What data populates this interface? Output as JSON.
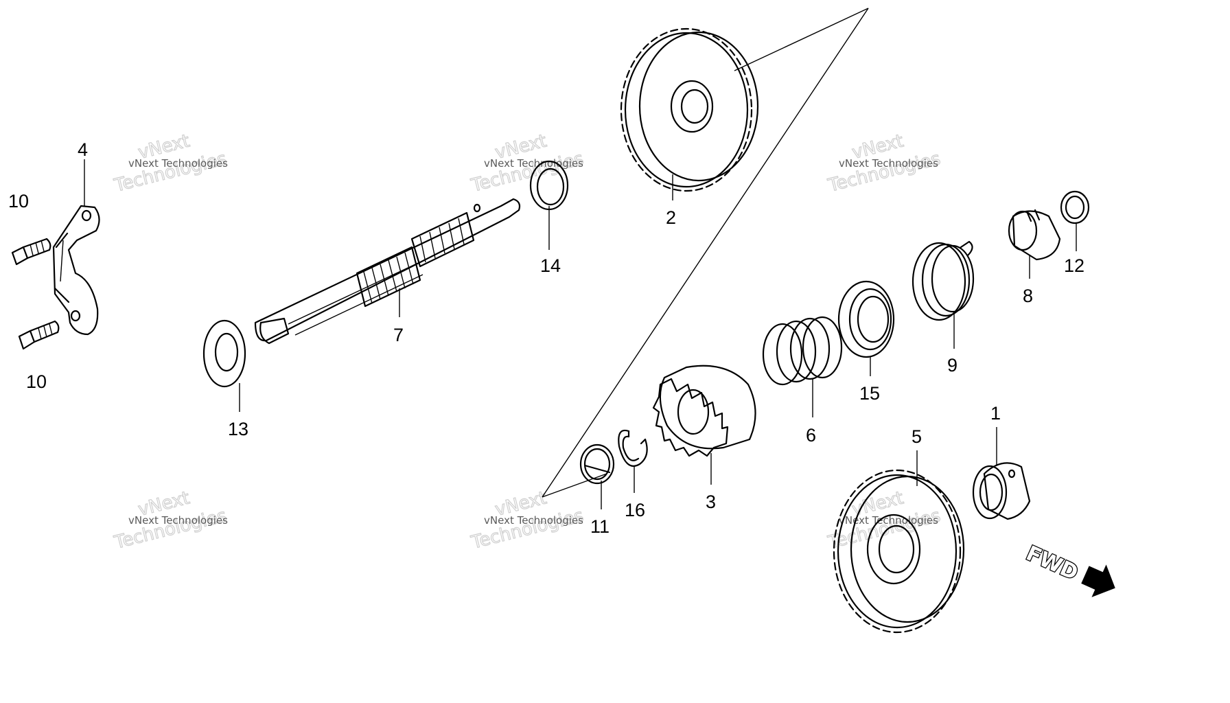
{
  "diagram": {
    "part_labels": [
      "1",
      "2",
      "3",
      "4",
      "5",
      "6",
      "7",
      "8",
      "9",
      "10",
      "11",
      "12",
      "13",
      "14",
      "15",
      "16",
      "10"
    ],
    "direction_label": "FWD",
    "watermark": {
      "line_small": "vNext Technologies",
      "line_big_1": "vNext",
      "line_big_2": "Technologies"
    }
  }
}
